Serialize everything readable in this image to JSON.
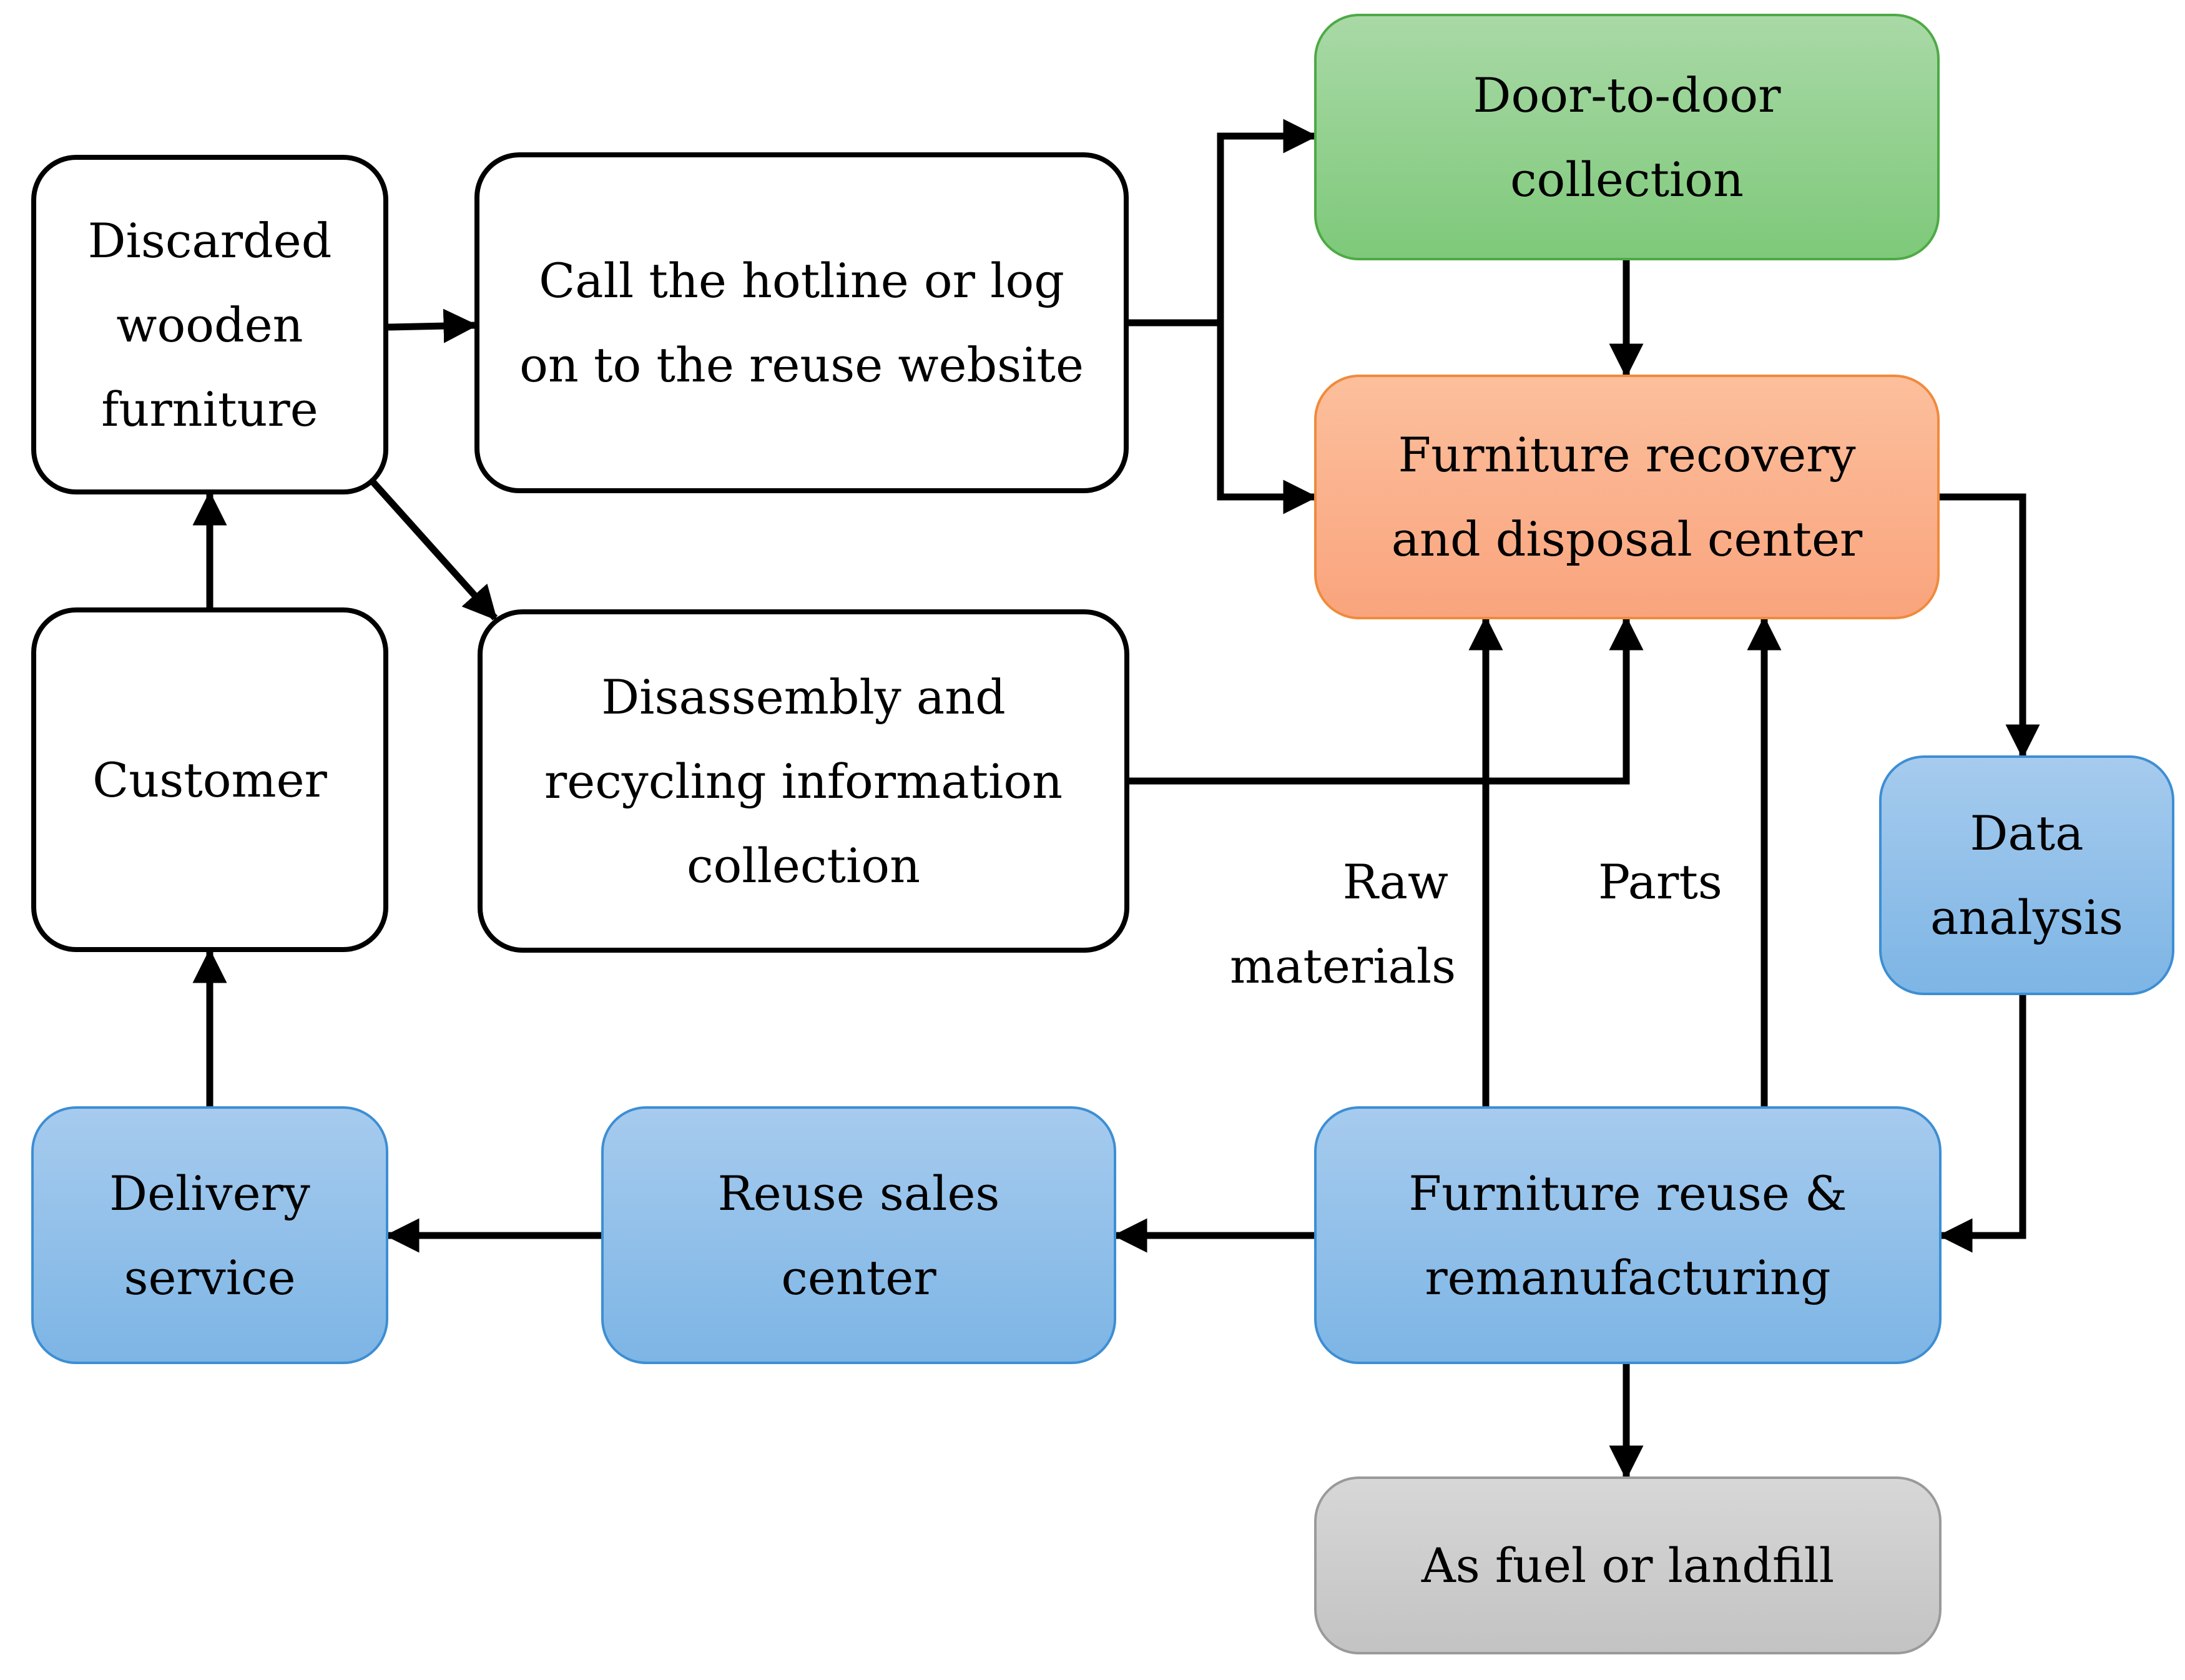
{
  "nodes": {
    "discarded_furniture": [
      "Discarded",
      "wooden",
      "furniture"
    ],
    "hotline": [
      "Call the hotline or log",
      "on to the reuse website"
    ],
    "door_to_door": [
      "Door-to-door",
      "collection"
    ],
    "recovery_center": [
      "Furniture recovery",
      "and disposal center"
    ],
    "customer": [
      "Customer"
    ],
    "disassembly_info": [
      "Disassembly and",
      "recycling information",
      "collection"
    ],
    "data_analysis": [
      "Data",
      "analysis"
    ],
    "delivery_service": [
      "Delivery",
      "service"
    ],
    "reuse_sales": [
      "Reuse sales",
      "center"
    ],
    "reuse_remanufacturing": [
      "Furniture reuse &",
      "remanufacturing"
    ],
    "fuel_landfill": [
      "As fuel or landfill"
    ]
  },
  "edge_labels": {
    "raw_materials": [
      "Raw",
      "materials"
    ],
    "parts": [
      "Parts"
    ]
  },
  "colors": {
    "stroke": "#000000",
    "green_fill": "#8fcf8b",
    "orange_fill": "#fbb08b",
    "blue_fill": "#92c0ea",
    "gray_fill": "#cccccc"
  }
}
